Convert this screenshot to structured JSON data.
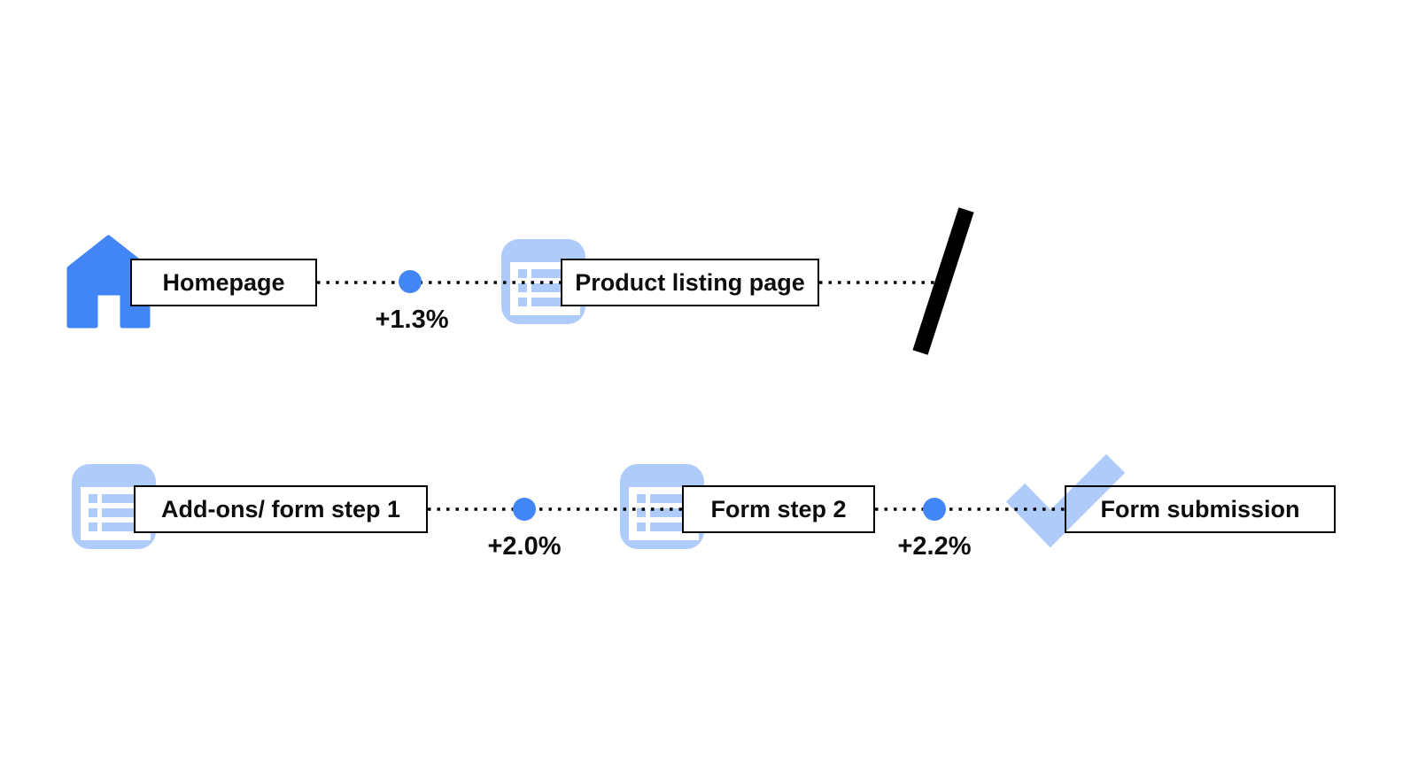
{
  "diagram": {
    "type": "user-flow",
    "colors": {
      "primary_blue": "#4285F4",
      "light_blue": "#AECBFA",
      "line_black": "#000000",
      "text_black": "#0d0d0d",
      "box_background": "#ffffff"
    },
    "nodes": [
      {
        "id": "homepage",
        "label": "Homepage",
        "icon": "home-icon",
        "row": 1
      },
      {
        "id": "product-listing",
        "label": "Product listing page",
        "icon": "list-icon",
        "row": 1
      },
      {
        "id": "addons-form-step1",
        "label": "Add-ons/ form step 1",
        "icon": "list-icon",
        "row": 2
      },
      {
        "id": "form-step2",
        "label": "Form step 2",
        "icon": "list-icon",
        "row": 2
      },
      {
        "id": "form-submission",
        "label": "Form submission",
        "icon": "checkmark-icon",
        "row": 2
      }
    ],
    "connectors": [
      {
        "from": "Homepage",
        "to": "Product listing page",
        "delta": "+1.3%"
      },
      {
        "from": "Add-ons/ form step 1",
        "to": "Form step 2",
        "delta": "+2.0%"
      },
      {
        "from": "Form step 2",
        "to": "Form submission",
        "delta": "+2.2%"
      }
    ],
    "break_marker": "diagonal-slash between row 1 and row 2"
  }
}
